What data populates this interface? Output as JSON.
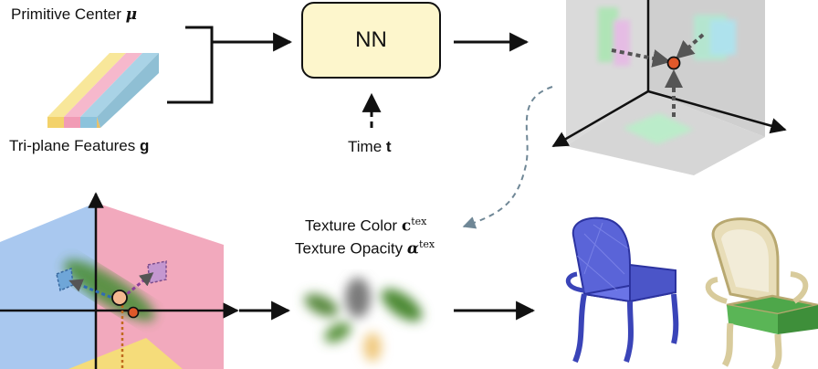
{
  "labels": {
    "primitive_center": "Primitive Center",
    "primitive_center_symbol": "μ",
    "triplane_features": "Tri-plane Features",
    "triplane_symbol": "g",
    "nn": "NN",
    "time": "Time",
    "time_symbol": "t",
    "texture_color": "Texture Color",
    "texture_color_symbol": "c",
    "texture_opacity": "Texture Opacity",
    "texture_opacity_symbol": "α",
    "tex_superscript": "tex"
  },
  "colors": {
    "nn_box_fill": "#fdf6cc",
    "plane_blue": "#a9c8ef",
    "plane_pink": "#f2a9bd",
    "plane_yellow": "#f5dc7a",
    "feature_stripe_yellow": "#f8e79a",
    "feature_stripe_pink": "#f6b8cc",
    "feature_stripe_blue": "#a9d3e6",
    "gaussian_green": "#4d8f3a",
    "point_orange": "#f0a86a",
    "point_red": "#e0582a",
    "dashed_connector": "#6f8796",
    "mesh_blue": "#5a64d8"
  }
}
